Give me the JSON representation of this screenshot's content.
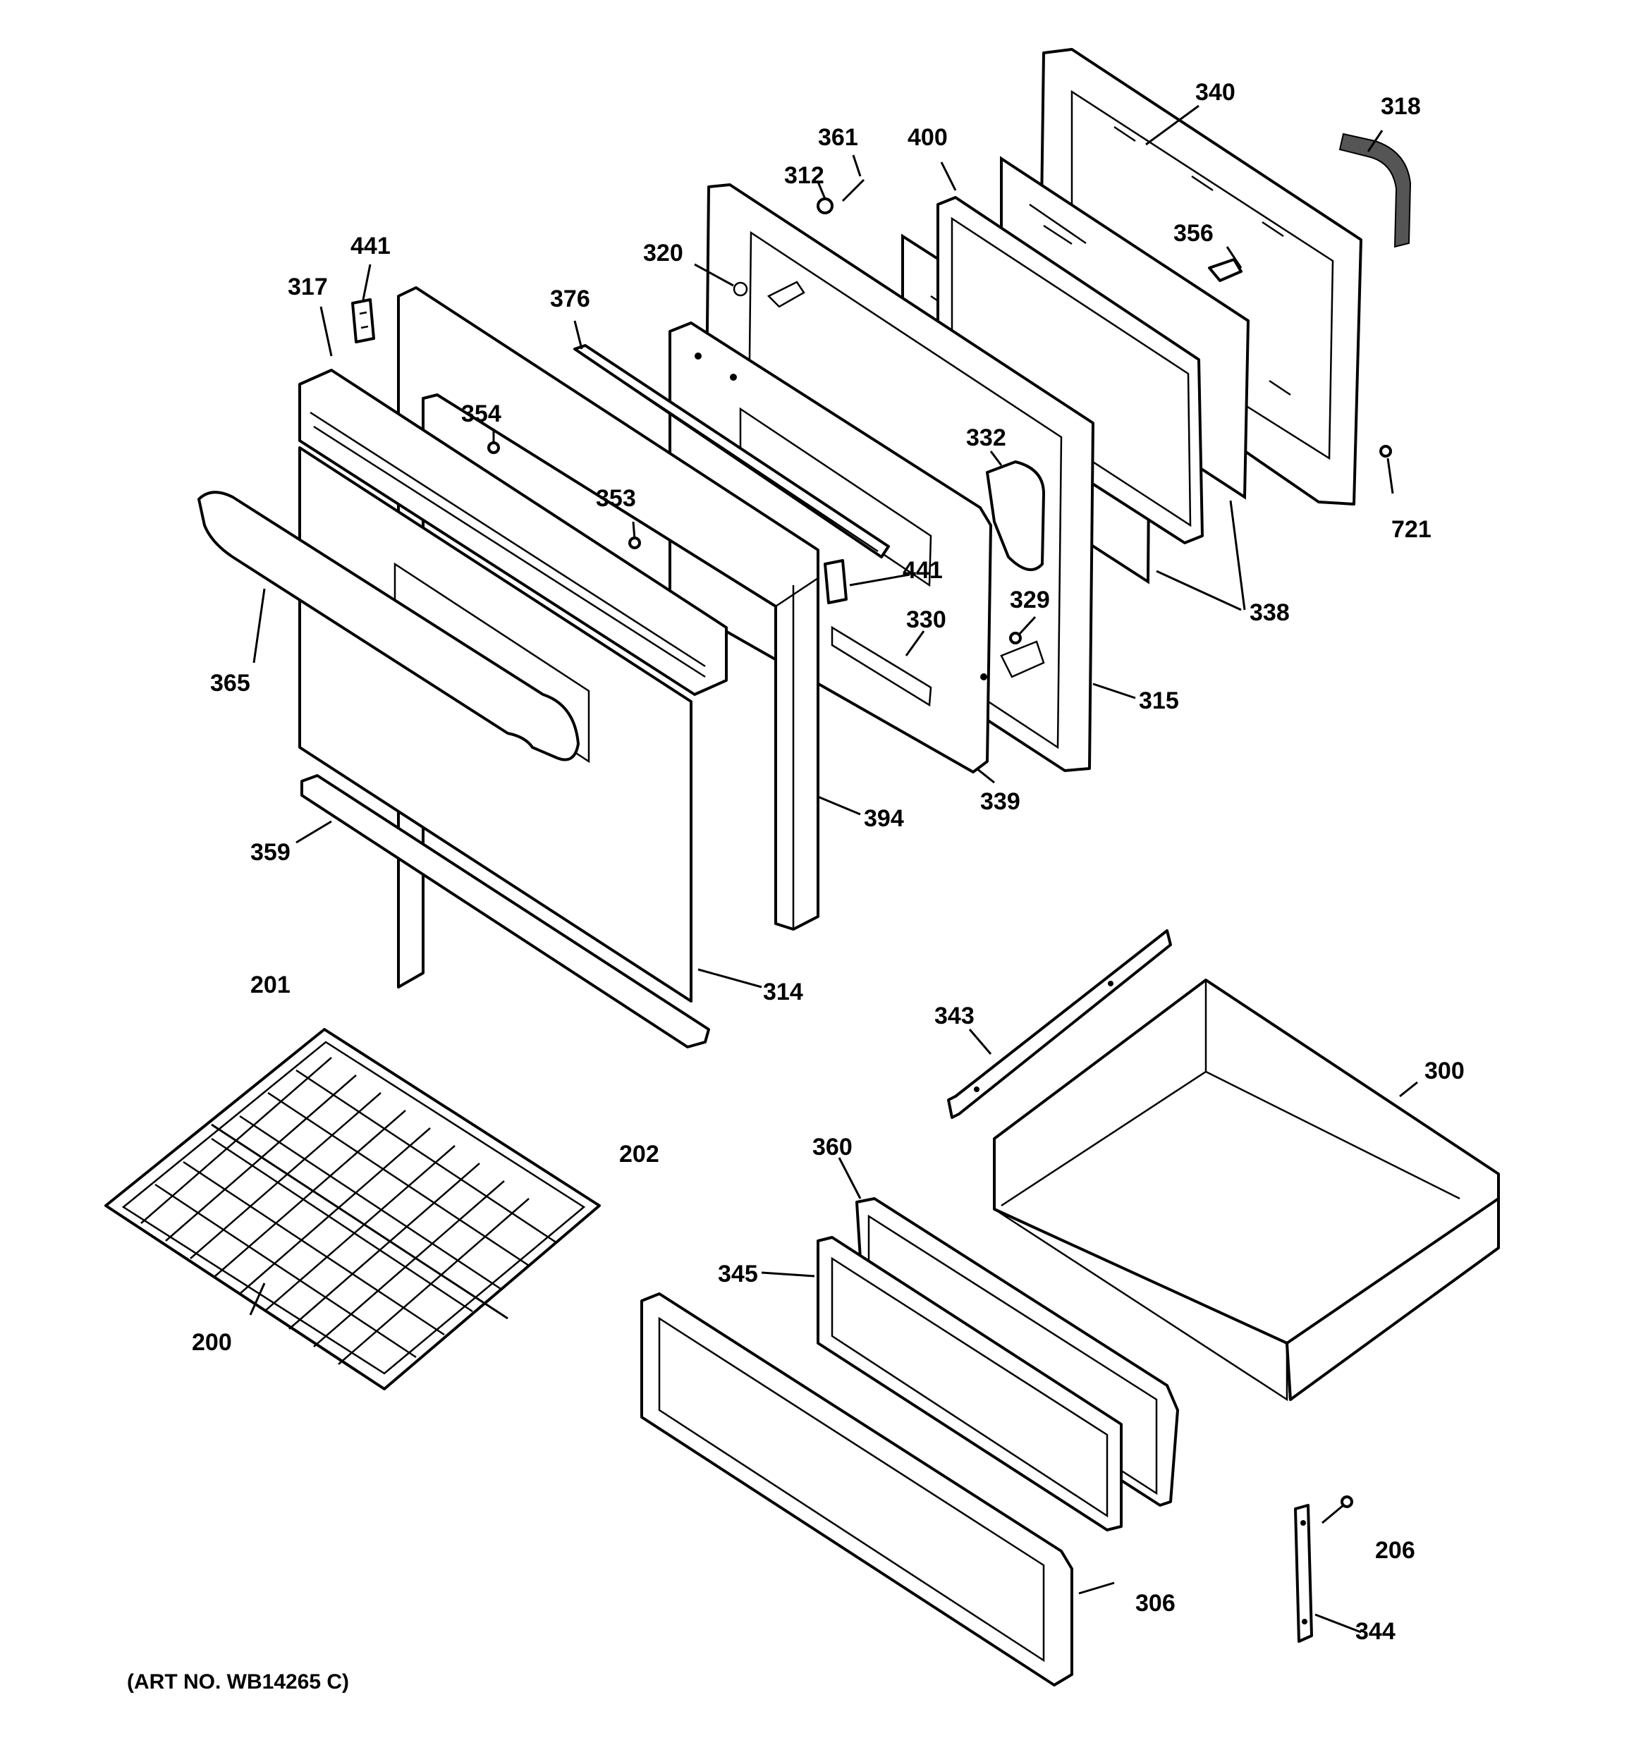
{
  "art_number": "(ART NO. WB14265 C)",
  "callouts": [
    "340",
    "318",
    "361",
    "400",
    "312",
    "356",
    "320",
    "441",
    "317",
    "376",
    "354",
    "332",
    "353",
    "441",
    "721",
    "329",
    "330",
    "338",
    "365",
    "315",
    "339",
    "394",
    "359",
    "201",
    "314",
    "343",
    "300",
    "202",
    "360",
    "345",
    "200",
    "206",
    "306",
    "344"
  ]
}
